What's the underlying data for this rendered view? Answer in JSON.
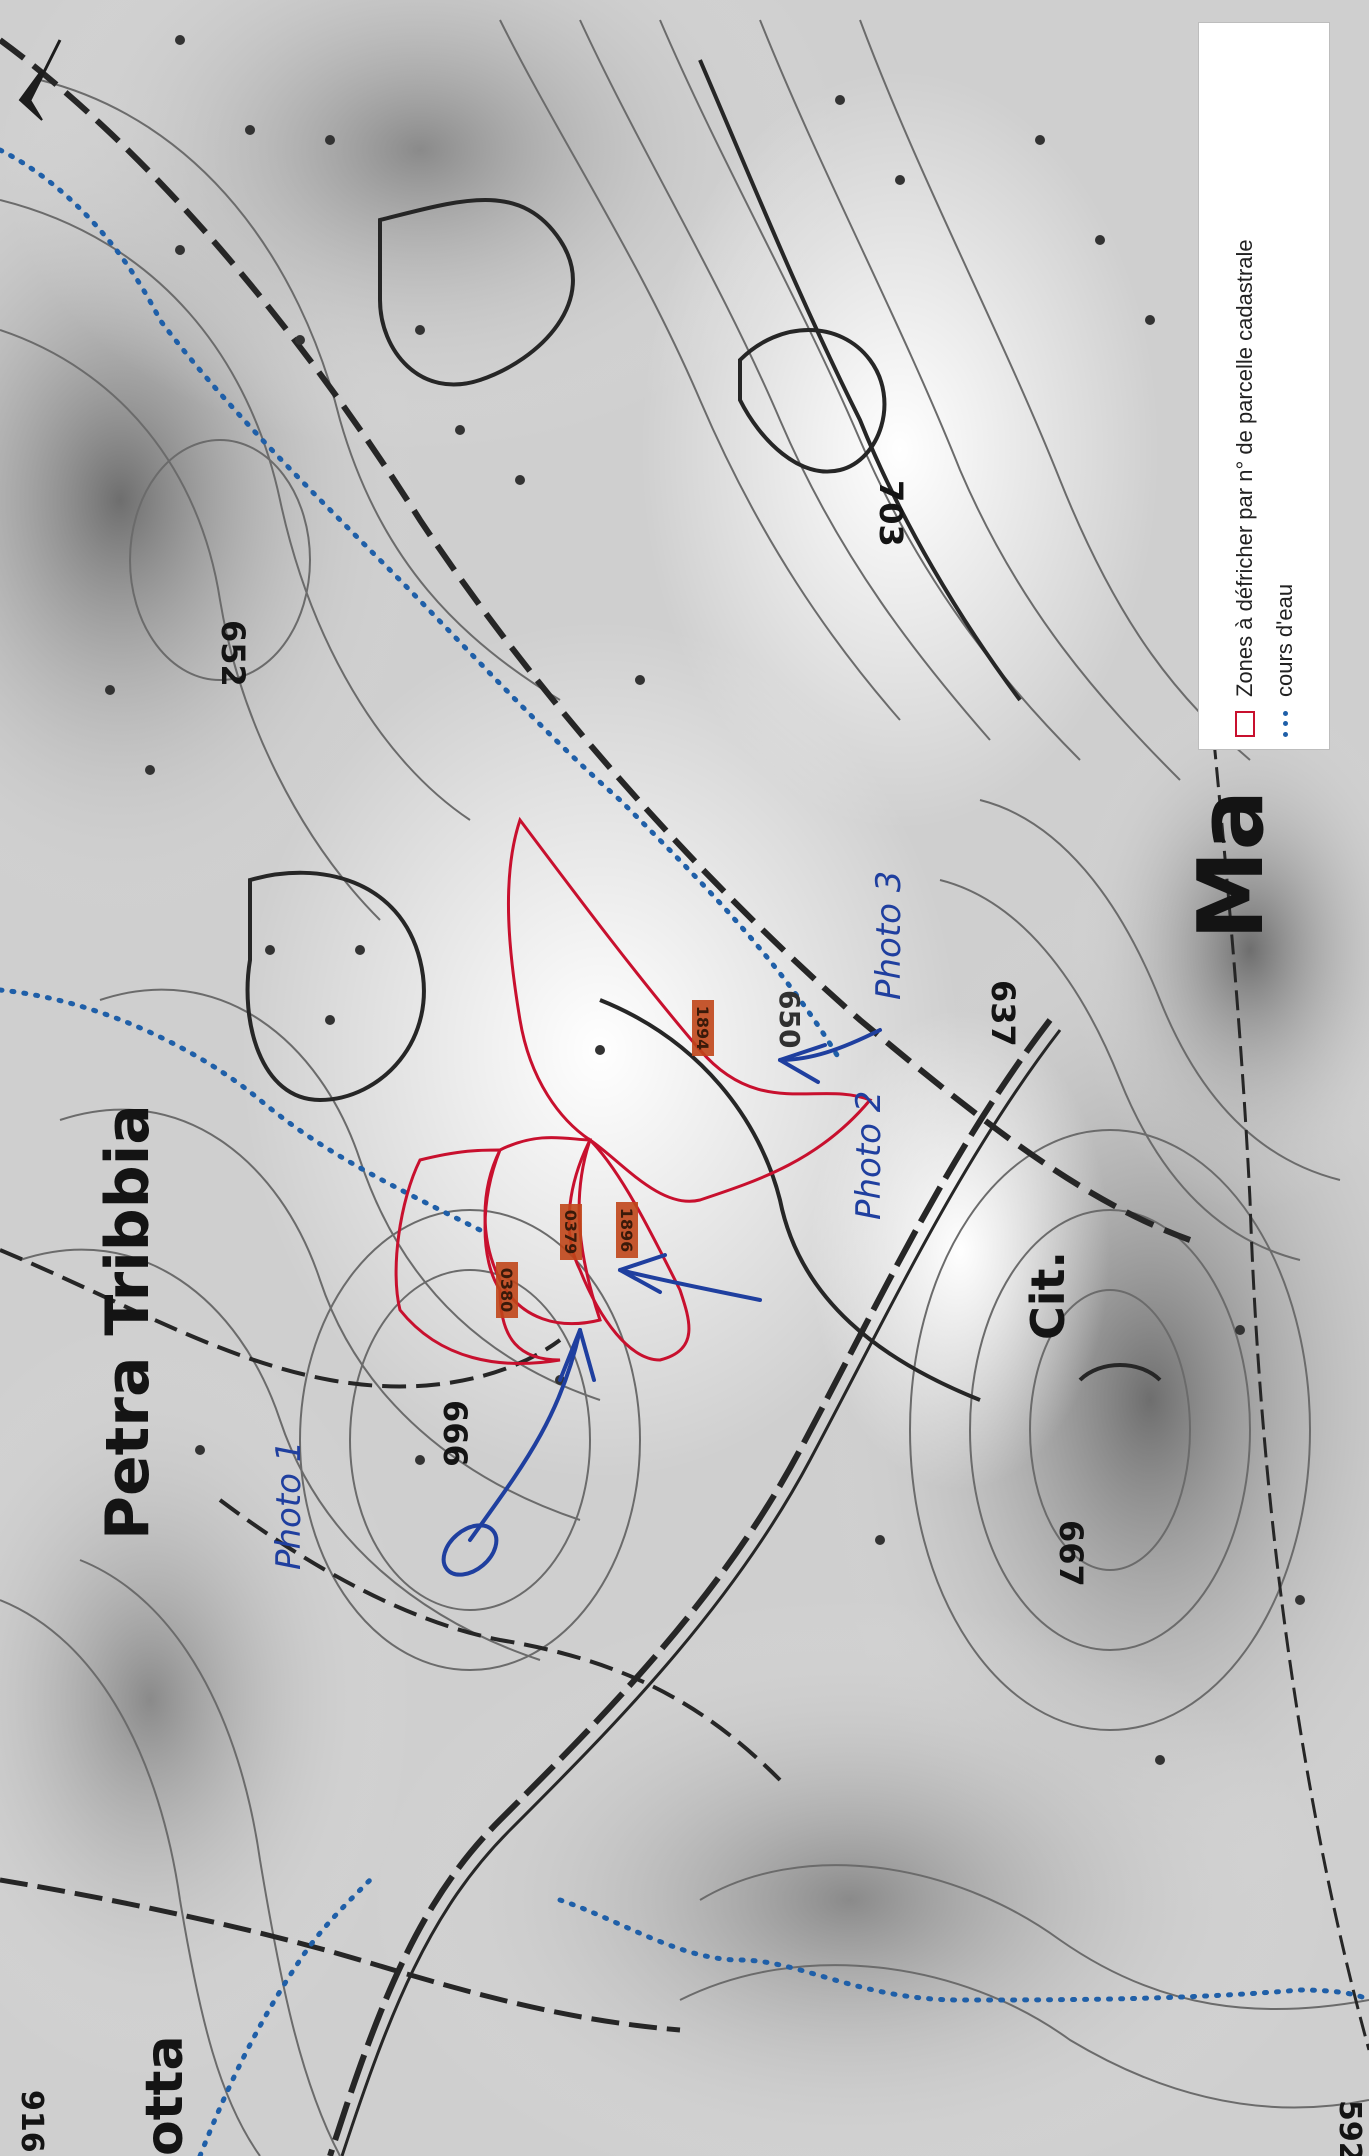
{
  "map": {
    "place_names": {
      "petra_tribbia": "Petra Tribbia",
      "cit": "Cit.",
      "ma": "Ma",
      "otta": "otta"
    },
    "elevations": {
      "e652": "652",
      "e666": "666",
      "e667": "667",
      "e703": "703",
      "e637": "637",
      "e650": "650",
      "e916": "916",
      "e592": "592"
    },
    "parcels": {
      "p1894": "1894",
      "p1896": "1896",
      "p0379": "0379",
      "p0380": "0380"
    },
    "photo_labels": {
      "photo1": "Photo 1",
      "photo2": "Photo 2",
      "photo3": "Photo 3"
    },
    "colors": {
      "zone_outline": "#c8102e",
      "watercourse": "#1f5fa8",
      "photo_annotation": "#1f3f9f",
      "parcel_label": "#c0461a"
    },
    "icons": [
      "north-arrow-icon"
    ]
  },
  "legend": {
    "zones_label": "Zones à défricher par n° de parcelle cadastrale",
    "water_label": "cours d'eau"
  }
}
